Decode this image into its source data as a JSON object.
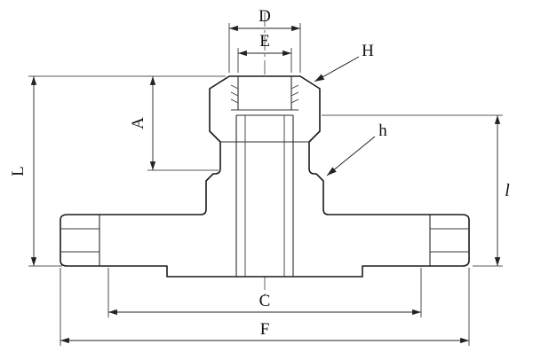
{
  "drawing": {
    "type": "technical-section-drawing",
    "subject": "flanged-fitting-with-union-nut",
    "labels": {
      "top_outer_width": "D",
      "top_inner_width": "E",
      "nut_callout": "H",
      "step_callout": "h",
      "nut_height": "A",
      "overall_height_left": "L",
      "bolt_circle_width": "C",
      "overall_width": "F",
      "tube_length_right": "l"
    },
    "colors": {
      "outline": "#1a1a1a",
      "dimension": "#222222",
      "centerline": "#555555",
      "background": "#ffffff"
    }
  }
}
